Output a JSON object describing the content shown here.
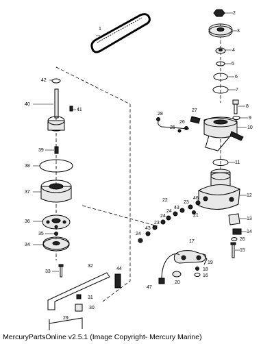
{
  "caption": "MercuryPartsOnline v2.5.1 (Image Copyright- Mercury Marine)",
  "callouts": {
    "c1": "1",
    "c2": "2",
    "c3": "3",
    "c4": "4",
    "c5": "5",
    "c6": "6",
    "c7": "7",
    "c8": "8",
    "c9": "9",
    "c10": "10",
    "c11": "11",
    "c12": "12",
    "c13": "13",
    "c14": "14",
    "c15": "15",
    "c16": "16",
    "c17": "17",
    "c18": "18",
    "c19": "19",
    "c20": "20",
    "c21": "21",
    "c22": "22",
    "c23a": "23",
    "c23b": "23",
    "c24a": "24",
    "c24b": "24",
    "c24c": "24",
    "c25": "25",
    "c26a": "26",
    "c26b": "26",
    "c27": "27",
    "c28": "28",
    "c29": "29",
    "c30": "30",
    "c31": "31",
    "c32": "32",
    "c33": "33",
    "c34": "34",
    "c35": "35",
    "c36": "36",
    "c37": "37",
    "c38": "38",
    "c39": "39",
    "c40": "40",
    "c41": "41",
    "c42": "42",
    "c43a": "43",
    "c43b": "43",
    "c44": "44",
    "c46": "46",
    "c47": "47"
  }
}
